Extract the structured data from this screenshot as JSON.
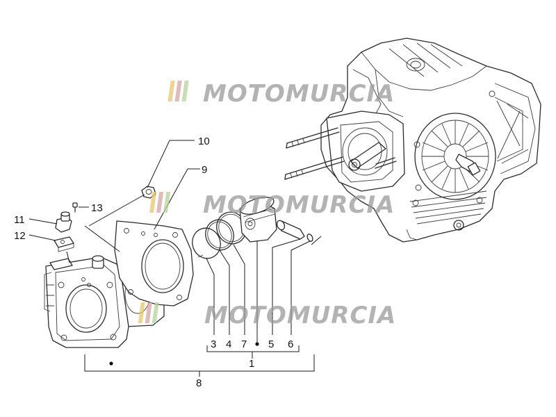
{
  "watermark": {
    "text": "MOTOMURCIA",
    "text_color": "#9a9a9a",
    "stripe_colors": [
      "#e8c86a",
      "#d9a3a3",
      "#b7d39b"
    ]
  },
  "callouts": {
    "c1": "1",
    "c3": "3",
    "c4": "4",
    "c5": "5",
    "c6": "6",
    "c7": "7",
    "c8": "8",
    "c9": "9",
    "c10": "10",
    "c11": "11",
    "c12": "12",
    "c13": "13"
  },
  "icons": {
    "dot": "black-dot",
    "parts": [
      "crankcase",
      "cylinder",
      "gasket",
      "piston",
      "piston-ring",
      "piston-pin",
      "nut",
      "screw",
      "bracket"
    ]
  },
  "colors": {
    "line": "#2a2a2a",
    "background": "#ffffff"
  }
}
